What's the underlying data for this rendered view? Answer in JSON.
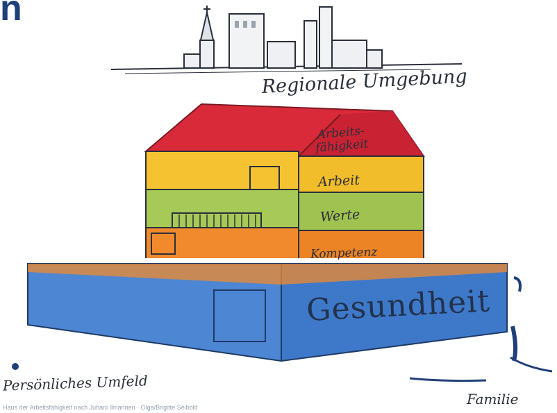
{
  "heading_fragment": "n",
  "labels": {
    "region": "Regionale Umgebung",
    "roof_line1": "Arbeits-",
    "roof_line2": "fähigkeit",
    "arbeit": "Arbeit",
    "werte": "Werte",
    "kompetenz": "Kompetenz",
    "gesundheit": "Gesundheit",
    "persoenliches_umfeld": "Persönliches Umfeld",
    "familie": "Familie"
  },
  "credit": "Haus der Arbeitsfähigkeit nach Juhani Ilmarinen · Olga/Brigitte Seibold",
  "colors": {
    "roof": "#d92a3a",
    "arbeit": "#f5c331",
    "werte": "#a7c957",
    "kompetenz": "#f08a2c",
    "gesundheit": "#3e79c9",
    "ink": "#2a2f3a",
    "heading": "#1f3f78"
  }
}
